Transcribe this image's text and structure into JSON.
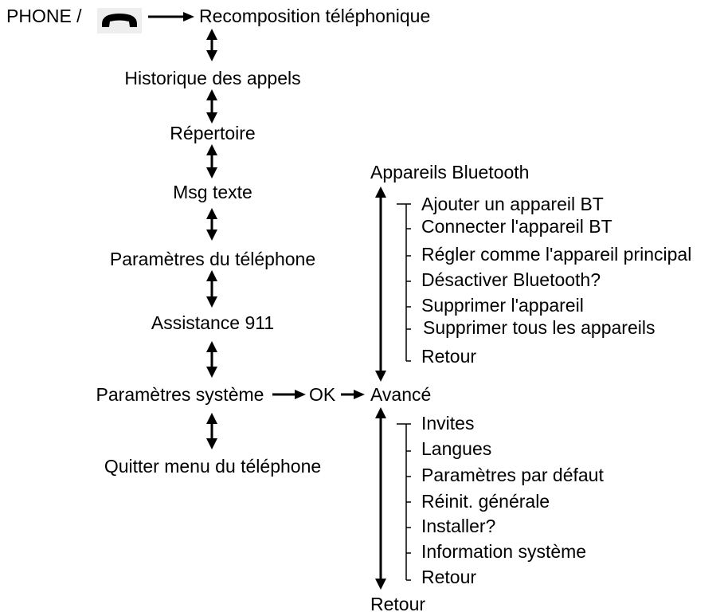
{
  "phone_prefix": "PHONE /",
  "phone_icon": "phone-handset-icon",
  "main_menu": [
    "Recomposition téléphonique",
    "Historique des appels",
    "Répertoire",
    "Msg texte",
    "Paramètres du téléphone",
    "Assistance 911",
    "Paramètres système",
    "Quitter menu du téléphone"
  ],
  "ok_label": "OK",
  "bluetooth": {
    "title": "Appareils Bluetooth",
    "items": [
      "Ajouter un appareil BT",
      "Connecter l'appareil BT",
      "Régler comme l'appareil principal",
      "Désactiver Bluetooth?",
      "Supprimer l'appareil",
      "Supprimer tous les appareils",
      "Retour"
    ]
  },
  "advanced": {
    "title": "Avancé",
    "items": [
      "Invites",
      "Langues",
      "Paramètres par défaut",
      "Réinit. générale",
      "Installer?",
      "Information système",
      "Retour"
    ]
  },
  "bottom_retour": "Retour"
}
